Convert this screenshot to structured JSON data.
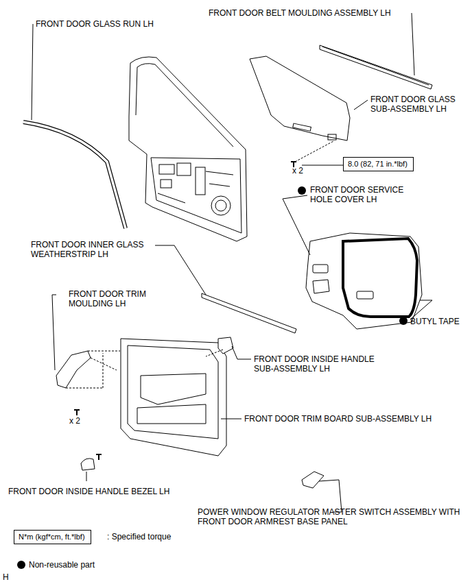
{
  "diagram": {
    "nodes": [
      {
        "text": [
          "8.0 (82, 71 in.*lbf)"
        ]
      },
      {
        "text": [
          "N*m (kgf*cm, ft.*lbf)"
        ]
      }
    ],
    "labels": [
      "FRONT DOOR BELT MOULDING ASSEMBLY LH",
      "FRONT DOOR GLASS RUN LH",
      "FRONT DOOR GLASS SUB-ASSEMBLY LH",
      "x 2",
      "FRONT DOOR SERVICE HOLE COVER LH",
      "FRONT DOOR INNER GLASS WEATHERSTRIP LH",
      "FRONT DOOR TRIM MOULDING LH",
      "BUTYL TAPE",
      "FRONT DOOR INSIDE HANDLE SUB-ASSEMBLY LH",
      "x 2",
      "FRONT DOOR TRIM BOARD SUB-ASSEMBLY LH",
      "FRONT DOOR INSIDE HANDLE BEZEL LH",
      "POWER WINDOW REGULATOR MASTER SWITCH ASSEMBLY WITH FRONT DOOR ARMREST BASE PANEL",
      "H"
    ],
    "legend": [
      {
        "text": ": Specified torque"
      },
      {
        "text": "Non-reusable part"
      }
    ]
  }
}
